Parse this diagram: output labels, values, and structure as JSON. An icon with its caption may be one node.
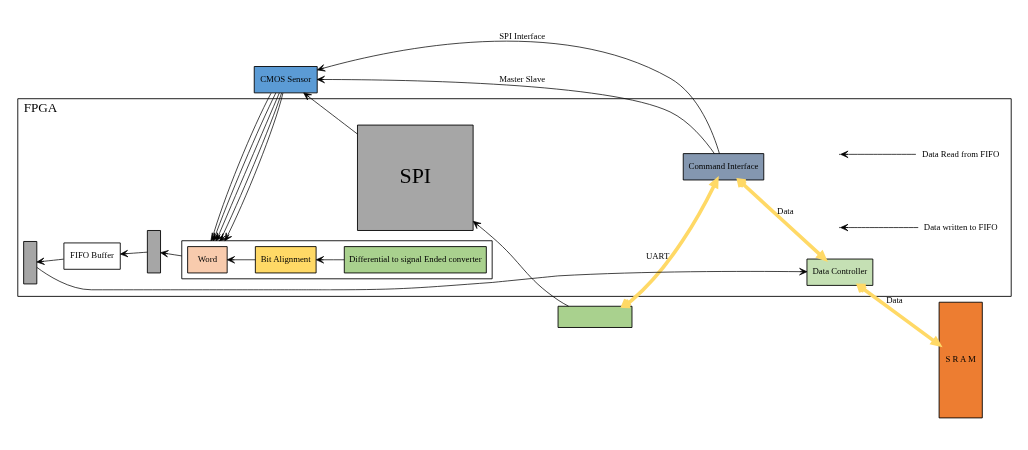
{
  "diagram": {
    "nodes": [
      {
        "text": [
          "FPGA"
        ]
      },
      {
        "text": [
          "S R A M"
        ]
      },
      {
        "text": [
          "Data Controller"
        ],
        "in": 0
      },
      {
        "text": [
          "Command Interface"
        ],
        "in": 0
      },
      {
        "text": [],
        "shape": "bar",
        "in": 0
      },
      {
        "text": [
          "FIFO Buffer"
        ],
        "in": 0
      },
      {
        "text": [],
        "shape": "bar",
        "in": 0
      },
      {
        "text": [],
        "shape": "box",
        "in": 0
      },
      {
        "text": [
          "Word"
        ],
        "in": 7
      },
      {
        "text": [
          "Bit Alignment"
        ],
        "in": 7
      },
      {
        "text": [
          "Differential to signal Ended converter"
        ],
        "in": 7
      },
      {
        "text": [
          "SPI"
        ],
        "in": 0
      },
      {
        "text": [
          "CMOS Sensor"
        ]
      },
      {
        "text": [],
        "shape": "box"
      },
      {
        "text": [
          "Data Read from FIFO"
        ],
        "in": 0
      },
      {
        "text": [
          "Data written to FIFO"
        ],
        "in": 0
      }
    ],
    "edges": [
      {
        "from": 1,
        "to": 2,
        "arrow": "both",
        "label": "Data",
        "style": "thick",
        "color": "#ffd966"
      },
      {
        "from": 4,
        "to": 2,
        "arrow": "to"
      },
      {
        "from": 5,
        "to": 4,
        "arrow": "to"
      },
      {
        "from": 6,
        "to": 5,
        "arrow": "to"
      },
      {
        "from": 7,
        "to": 6,
        "arrow": "to"
      },
      {
        "from": 2,
        "to": 3,
        "arrow": "both",
        "label": "Data",
        "style": "thick",
        "color": "#ffd966"
      },
      {
        "from": 10,
        "to": 9,
        "arrow": "to"
      },
      {
        "from": 9,
        "to": 8,
        "arrow": "to"
      },
      {
        "from": 3,
        "to": 13,
        "arrow": "both",
        "label": "UART",
        "style": "thick",
        "color": "#ffd966"
      },
      {
        "from": 3,
        "to": 12,
        "arrow": "to",
        "label": "Master Slave"
      },
      {
        "from": 3,
        "to": 12,
        "arrow": "to",
        "label": "SPI Interface"
      },
      {
        "from": 12,
        "to": 7,
        "arrow": "to"
      },
      {
        "from": 12,
        "to": 7,
        "arrow": "to"
      },
      {
        "from": 12,
        "to": 7,
        "arrow": "to"
      },
      {
        "from": 12,
        "to": 7,
        "arrow": "to"
      },
      {
        "from": 12,
        "to": 7,
        "arrow": "to"
      },
      {
        "from": 11,
        "to": 12,
        "arrow": "to"
      },
      {
        "from": 13,
        "to": 11,
        "arrow": "to"
      },
      {
        "from": 14,
        "to": null,
        "arrow": "to"
      },
      {
        "from": 15,
        "to": null,
        "arrow": "to"
      }
    ]
  }
}
